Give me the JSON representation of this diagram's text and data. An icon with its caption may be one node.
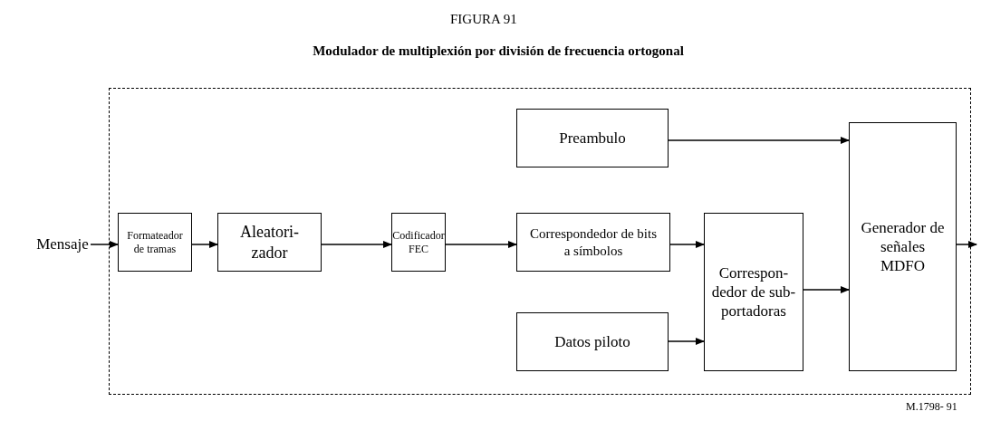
{
  "diagram": {
    "title": "Modulador de multiplexión por división de frecuencia ortogonal",
    "nodes": [
      {
        "text": [],
        "shape": "box"
      },
      {
        "text": [
          "Mensaje"
        ]
      },
      {
        "text": [
          "Formateador de tramas"
        ],
        "in": 0
      },
      {
        "text": [
          "Aleatori- zador"
        ],
        "in": 0
      },
      {
        "text": [
          "Codificador FEC"
        ],
        "in": 0
      },
      {
        "text": [
          "Correspondedor de bits a símbolos"
        ],
        "in": 0
      },
      {
        "text": [
          "Preambulo"
        ],
        "in": 0
      },
      {
        "text": [
          "Datos piloto"
        ],
        "in": 0
      },
      {
        "text": [
          "Correspon- dedor de sub- portadoras"
        ],
        "in": 0
      },
      {
        "text": [
          "Generador de señales MDFO"
        ],
        "in": 0
      }
    ],
    "edges": [
      {
        "from": 1,
        "to": 2,
        "arrow": "to"
      },
      {
        "from": 2,
        "to": 3,
        "arrow": "to"
      },
      {
        "from": 3,
        "to": 4,
        "arrow": "to"
      },
      {
        "from": 4,
        "to": 5,
        "arrow": "to"
      },
      {
        "from": 5,
        "to": 8,
        "arrow": "to"
      },
      {
        "from": 7,
        "to": 8,
        "arrow": "to"
      },
      {
        "from": 6,
        "to": 9,
        "arrow": "to"
      },
      {
        "from": 8,
        "to": 9,
        "arrow": "to"
      },
      {
        "from": 9,
        "to": null,
        "arrow": "to"
      }
    ],
    "labels": [
      "FIGURA 91",
      "M.1798- 91"
    ]
  }
}
